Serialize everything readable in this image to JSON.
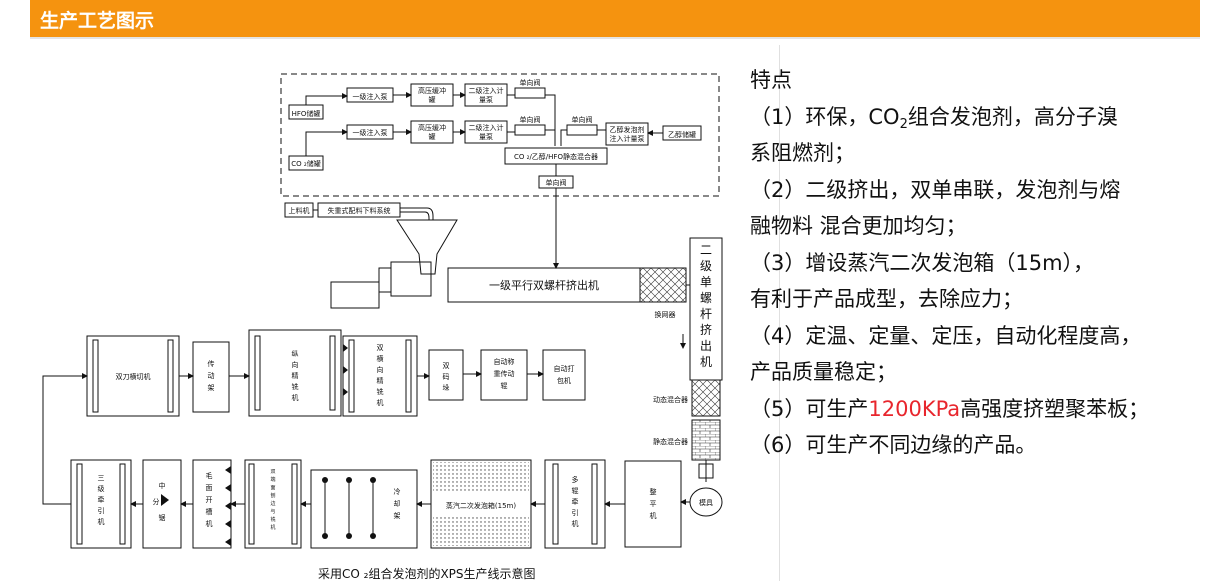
{
  "header": {
    "title": "生产工艺图示",
    "color": "#f5930f"
  },
  "features": {
    "title": "特点",
    "items": [
      {
        "lines": [
          [
            {
              "t": "（1）环保，CO"
            },
            {
              "sub": "2"
            },
            {
              "t": "组合发泡剂，高分子溴"
            }
          ],
          [
            {
              "t": "系阻燃剂；"
            }
          ]
        ]
      },
      {
        "lines": [
          [
            {
              "t": "（2）二级挤出，双单串联，发泡剂与熔"
            }
          ],
          [
            {
              "t": "融物料 混合更加均匀；"
            }
          ]
        ]
      },
      {
        "lines": [
          [
            {
              "t": "（3）增设蒸汽二次发泡箱（15m），"
            }
          ],
          [
            {
              "t": "有利于产品成型，去除应力；"
            }
          ]
        ]
      },
      {
        "lines": [
          [
            {
              "t": "（4）定温、定量、定压，自动化程度高，"
            }
          ],
          [
            {
              "t": "产品质量稳定；"
            }
          ]
        ]
      },
      {
        "lines": [
          [
            {
              "t": "（5）可生产"
            },
            {
              "red": "1200KPa"
            },
            {
              "t": "高强度挤塑聚苯板；"
            }
          ]
        ]
      },
      {
        "lines": [
          [
            {
              "t": "（6）可生产不同边缘的产品。"
            }
          ]
        ]
      }
    ],
    "highlight_color": "#e8262d"
  },
  "diagram": {
    "labels": {
      "hfo_tank": "HFO储罐",
      "co2_tank": "CO ₂储罐",
      "pump1a": "一级注入泵",
      "pump1b": "一级注入泵",
      "buffer_a": [
        "高压缓冲",
        "罐"
      ],
      "buffer_b": [
        "高压缓冲",
        "罐"
      ],
      "meter_a": [
        "二级注入计",
        "量泵"
      ],
      "meter_b": [
        "二级注入计",
        "量泵"
      ],
      "check_a": "单向阀",
      "check_b": "单向阀",
      "check_c": "单向阀",
      "check_d": "单向阀",
      "ethanol_meter": [
        "乙醇发泡剂",
        "注入计量泵"
      ],
      "ethanol_tank": "乙醇储罐",
      "mixer_static_top": "CO ₂/乙醇/HFO静态混合器",
      "loader": "上料机",
      "dosing": "失重式配料下料系统",
      "extruder1": "一级平行双螺杆挤出机",
      "screen_changer": "换网器",
      "extruder2": [
        "二",
        "级",
        "单",
        "螺",
        "杆",
        "挤",
        "出",
        "机"
      ],
      "dynamic_mixer": "动态混合器",
      "static_mixer": "静态混合器",
      "die": "模具",
      "leveler": [
        "整",
        "平",
        "机"
      ],
      "multi_puller": [
        "多",
        "辊",
        "牵",
        "引",
        "机"
      ],
      "steam_box": "蒸汽二次发泡箱(15m)",
      "cooling": [
        "冷",
        "却",
        "架"
      ],
      "side_mill": [
        "双",
        "端",
        "面",
        "刨",
        "边",
        "与",
        "铣",
        "机"
      ],
      "groove_mill": [
        "毛",
        "面",
        "开",
        "槽",
        "机"
      ],
      "middle_saw": [
        "中",
        "分",
        "锯"
      ],
      "puller3": [
        "三",
        "级",
        "牵",
        "引",
        "机"
      ],
      "double_cutter": "双刀横切机",
      "transfer": [
        "传",
        "动",
        "架"
      ],
      "long_mill": [
        "纵",
        "向",
        "精",
        "铣",
        "机"
      ],
      "cross_mill": [
        "双",
        "横",
        "向",
        "精",
        "铣",
        "机"
      ],
      "stacker": [
        "双",
        "码",
        "垛"
      ],
      "weigher": [
        "自动称",
        "重传动",
        "辊"
      ],
      "packer": [
        "自动打",
        "包机"
      ]
    }
  },
  "caption": "采用CO ₂组合发泡剂的XPS生产线示意图"
}
